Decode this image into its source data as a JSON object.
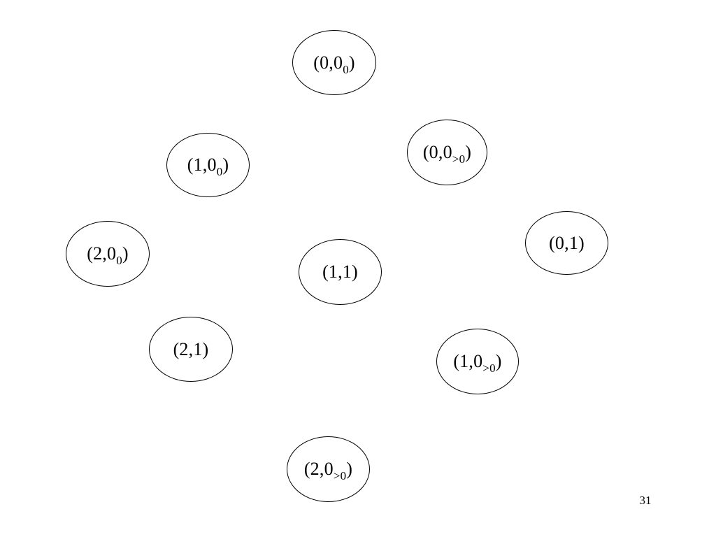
{
  "nodes": [
    {
      "id": "00-0",
      "prefix": "(0,0",
      "sub": "0",
      "suffix": ")"
    },
    {
      "id": "00-gt0",
      "prefix": "(0,0",
      "sub": ">0",
      "suffix": ")"
    },
    {
      "id": "10-0",
      "prefix": "(1,0",
      "sub": "0",
      "suffix": ")"
    },
    {
      "id": "20-0",
      "prefix": "(2,0",
      "sub": "0",
      "suffix": ")"
    },
    {
      "id": "01",
      "prefix": "(0,1)",
      "sub": "",
      "suffix": ""
    },
    {
      "id": "11",
      "prefix": "(1,1)",
      "sub": "",
      "suffix": ""
    },
    {
      "id": "21",
      "prefix": "(2,1)",
      "sub": "",
      "suffix": ""
    },
    {
      "id": "10-gt0",
      "prefix": "(1,0",
      "sub": ">0",
      "suffix": ")"
    },
    {
      "id": "20-gt0",
      "prefix": "(2,0",
      "sub": ">0",
      "suffix": ")"
    }
  ],
  "page_number": "31"
}
